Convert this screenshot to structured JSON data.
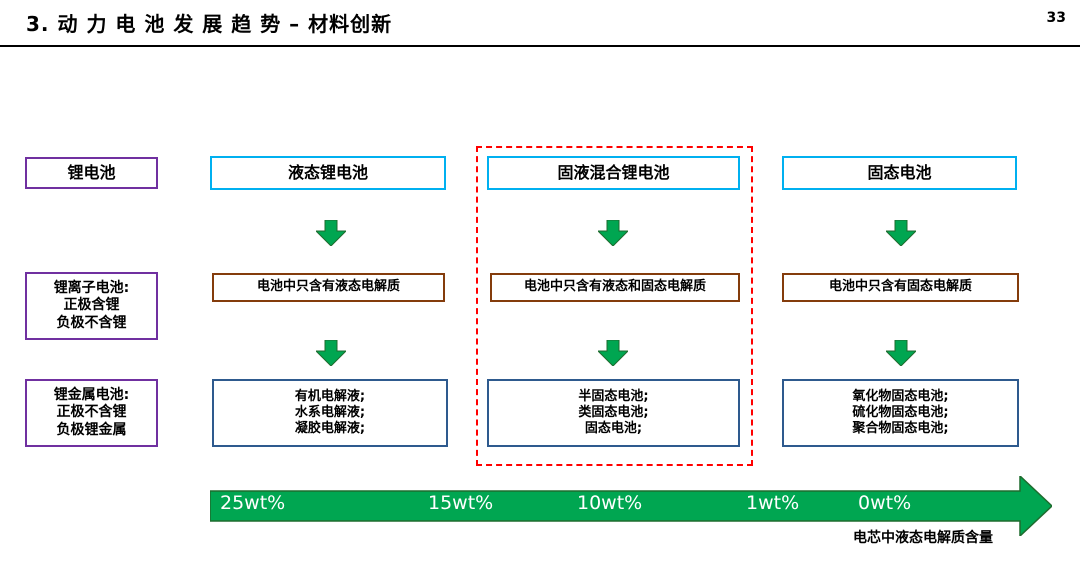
{
  "header": {
    "title": "3.  动 力 电 池 发 展 趋 势 – 材料创新",
    "page_number": "33"
  },
  "row_labels": {
    "battery": "锂电池",
    "lithium_ion": [
      "锂离子电池:",
      "正极含锂",
      "负极不含锂"
    ],
    "lithium_metal": [
      "锂金属电池:",
      "正极不含锂",
      "负极锂金属"
    ]
  },
  "columns": [
    {
      "name": "液态锂电池",
      "electrolyte": "电池中只含有液态电解质",
      "types": [
        "有机电解液;",
        "水系电解液;",
        "凝胶电解液;"
      ]
    },
    {
      "name": "固液混合锂电池",
      "electrolyte": "电池中只含有液态和固态电解质",
      "types": [
        "半固态电池;",
        "类固态电池;",
        "固态电池;"
      ]
    },
    {
      "name": "固态电池",
      "electrolyte": "电池中只含有固态电解质",
      "types": [
        "氧化物固态电池;",
        "硫化物固态电池;",
        "聚合物固态电池;"
      ]
    }
  ],
  "scale": {
    "labels": [
      "25wt%",
      "15wt%",
      "10wt%",
      "1wt%",
      "0wt%"
    ],
    "caption": "电芯中液态电解质含量"
  },
  "colors": {
    "row_label_border": "#7030a0",
    "column_header_border": "#00b0f0",
    "electrolyte_border": "#843c0c",
    "types_border": "#2e5a8e",
    "highlight_dash": "#ff0000",
    "arrow_green": "#00a651"
  },
  "icons": {
    "down_arrow": "down-arrow-icon",
    "scale_arrow": "right-arrow"
  }
}
